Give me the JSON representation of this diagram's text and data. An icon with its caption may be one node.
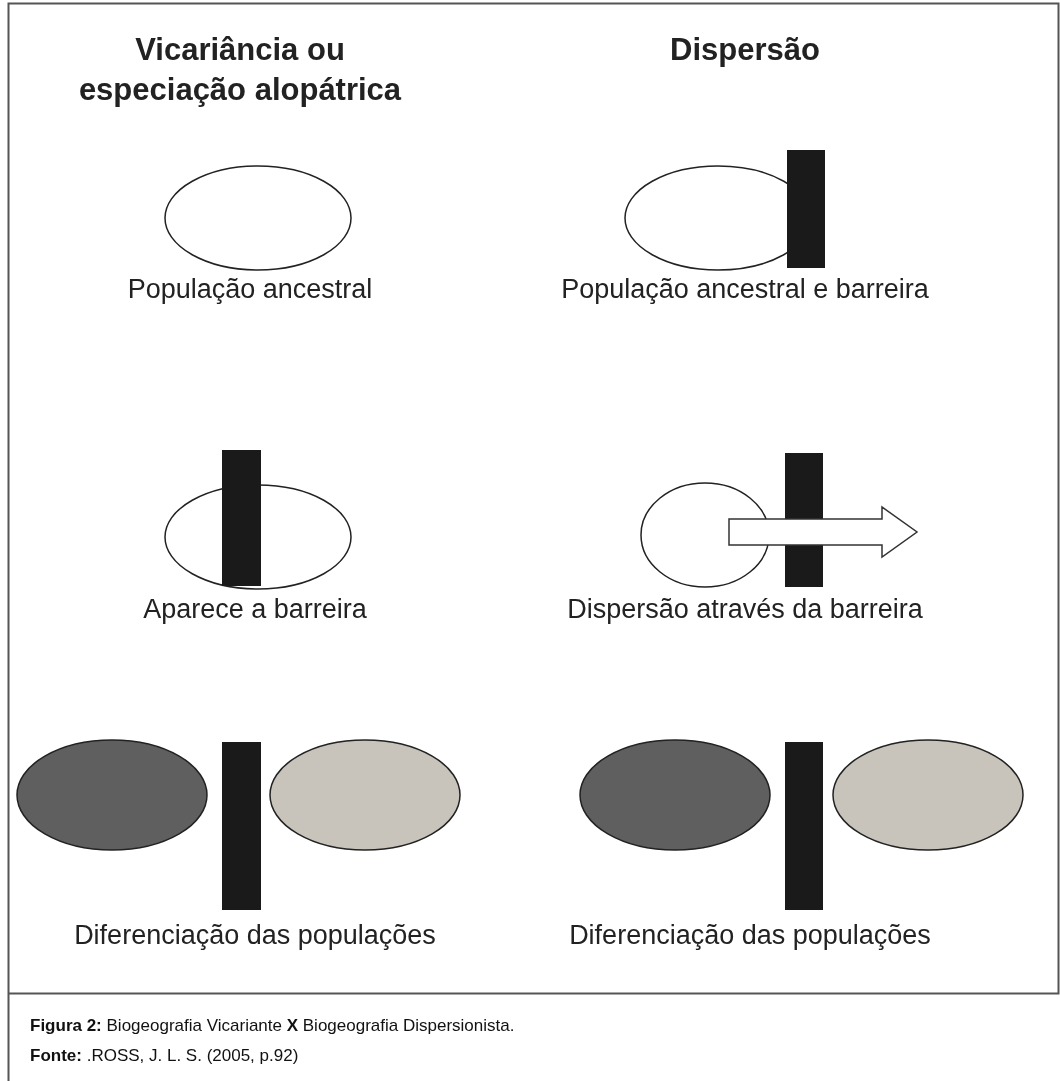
{
  "diagram": {
    "caption": "**Figura 2:** Biogeografia Vicariante **X** Biogeografia Dispersionista.",
    "labels": [
      "Vicariância ou especiação alopátrica",
      "Dispersão",
      "População ancestral",
      "População ancestral e barreira",
      "Aparece a barreira",
      "Dispersão através da barreira",
      "Diferenciação das populações",
      "Diferenciação das populações",
      "**Fonte:** .ROSS, J. L. S. (2005, p.92)"
    ]
  }
}
